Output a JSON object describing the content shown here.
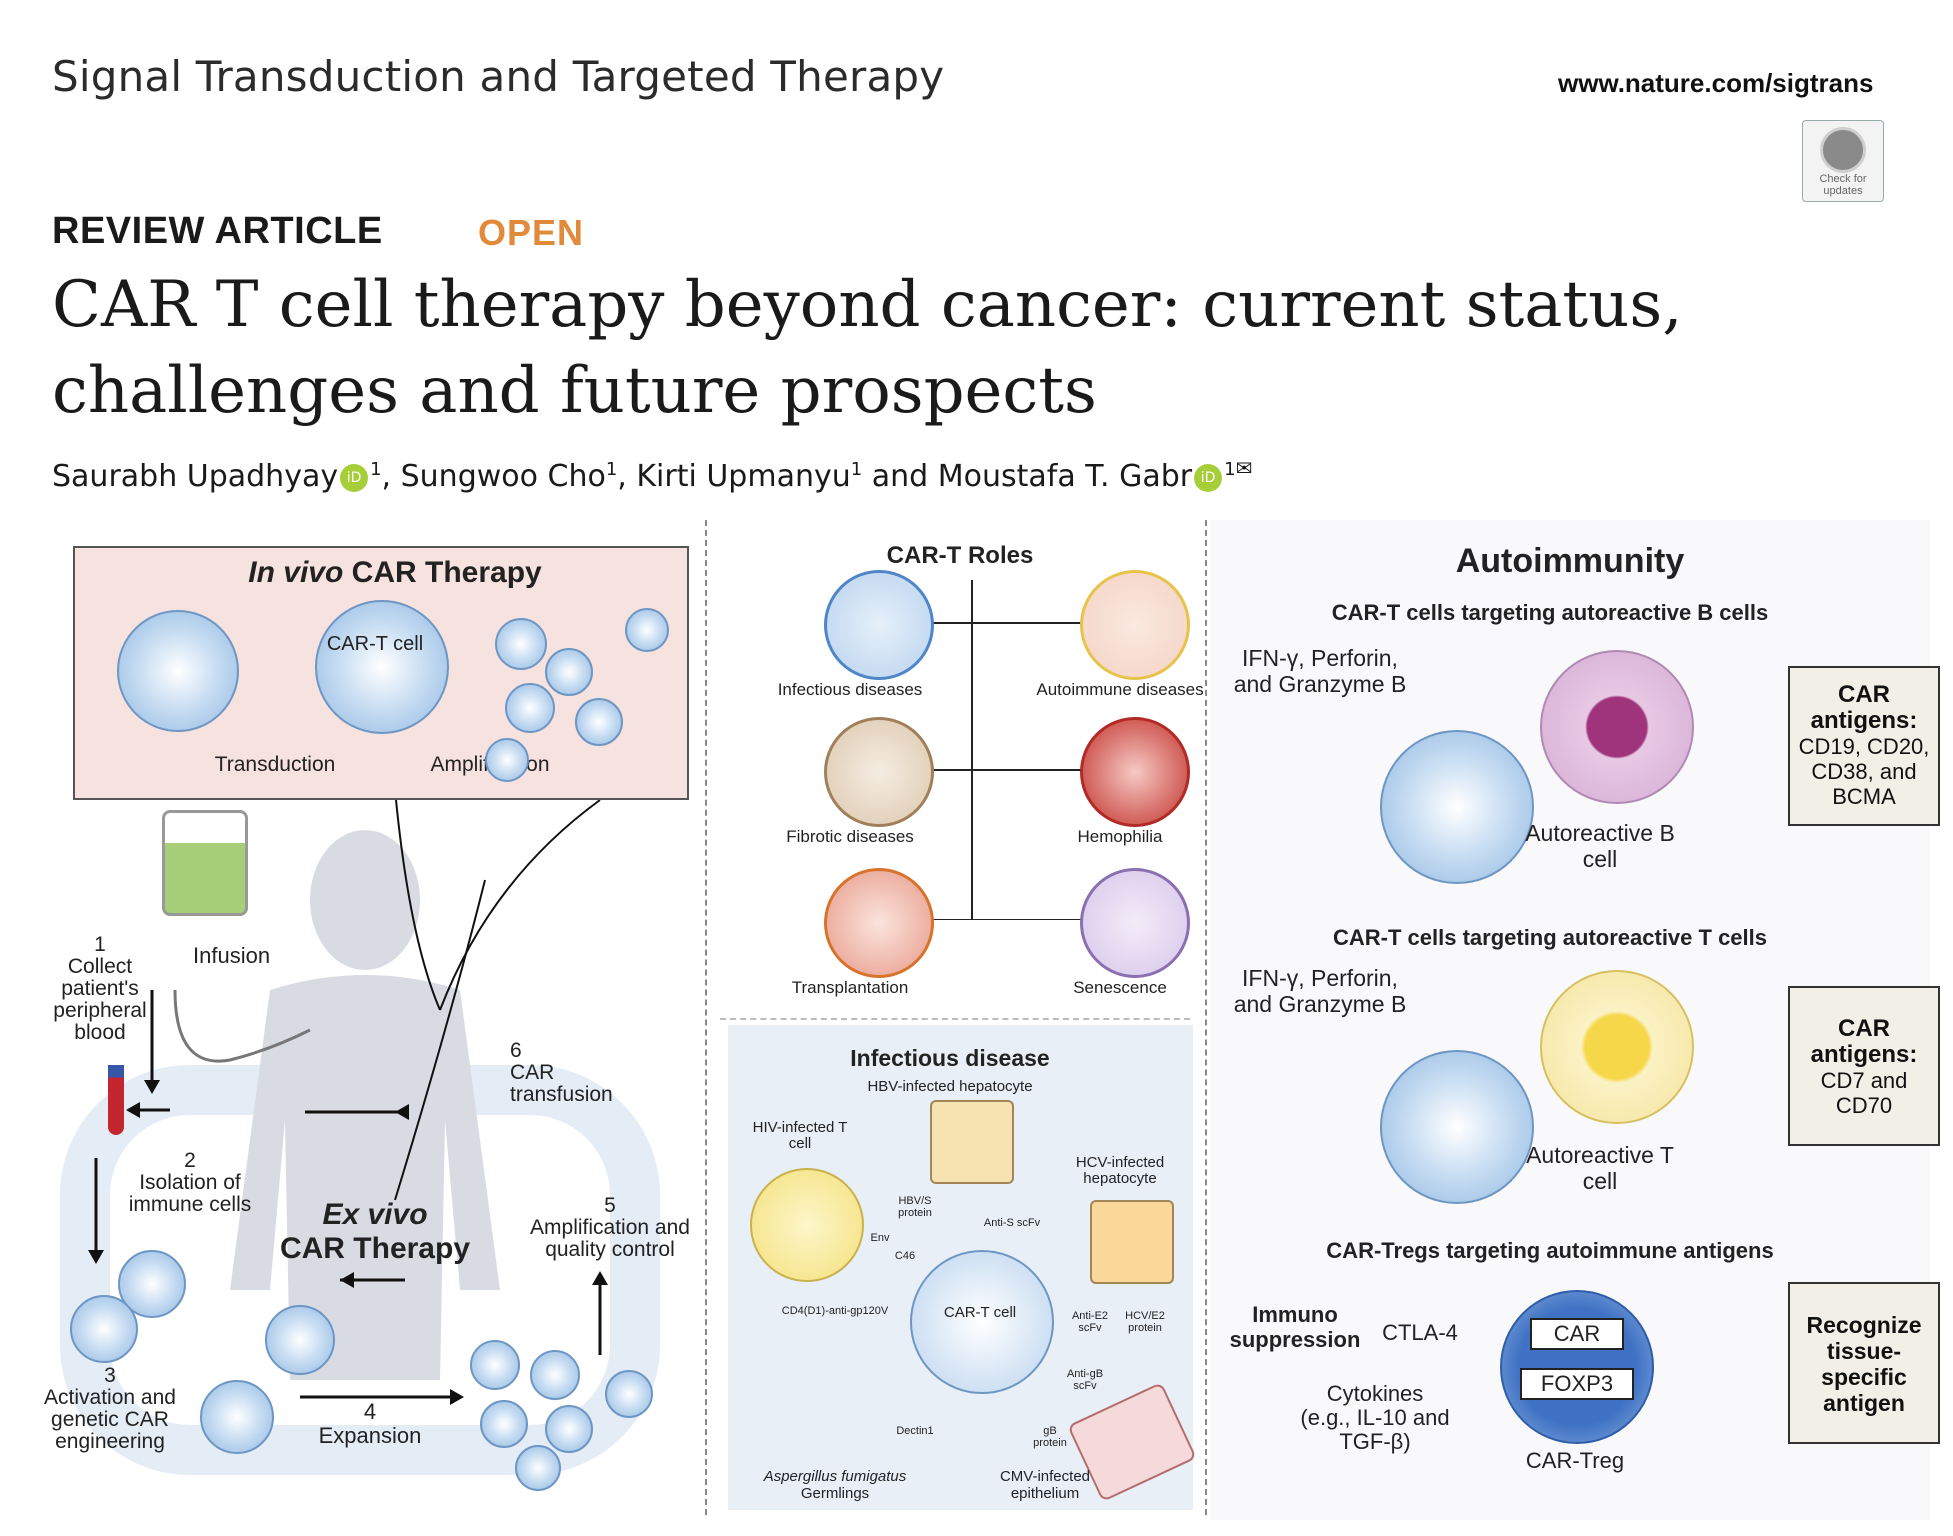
{
  "header": {
    "journal": "Signal Transduction and Targeted Therapy",
    "website": "www.nature.com/sigtrans",
    "check_updates": "Check for updates"
  },
  "article": {
    "type": "REVIEW ARTICLE",
    "access": "OPEN",
    "title": "CAR T cell therapy beyond cancer: current status, challenges and future prospects",
    "authors": [
      "Saurabh Upadhyay",
      "Sungwoo Cho",
      "Kirti Upmanyu",
      "Moustafa T. Gabr"
    ],
    "affil": "1",
    "conj": "and"
  },
  "figure": {
    "left": {
      "invivo_title_italic": "In vivo",
      "invivo_title_rest": " CAR Therapy",
      "cart_cell": "CAR-T cell",
      "transduction": "Transduction",
      "amplification": "Amplification",
      "infusion": "Infusion",
      "step1": "1\nCollect patient's peripheral blood",
      "step2": "2\nIsolation of immune cells",
      "step3": "3\nActivation and genetic CAR engineering",
      "step4": "4\nExpansion",
      "step5": "5\nAmplification and quality control",
      "step6": "6\nCAR transfusion",
      "exvivo_italic": "Ex vivo",
      "exvivo_rest": "CAR Therapy"
    },
    "middle": {
      "roles_title": "CAR-T Roles",
      "roles": [
        "Infectious diseases",
        "Autoimmune diseases",
        "Fibrotic diseases",
        "Hemophilia",
        "Transplantation",
        "Senescence"
      ],
      "infect_title": "Infectious disease",
      "hbv": "HBV-infected hepatocyte",
      "hiv": "HIV-infected T cell",
      "hcv": "HCV-infected hepatocyte",
      "hbvs": "HBV/S protein",
      "antis": "Anti-S scFv",
      "env": "Env",
      "c46": "C46",
      "cd4": "CD4(D1)-anti-gp120V",
      "cart": "CAR-T cell",
      "antie2": "Anti-E2 scFv",
      "hcve2": "HCV/E2 protein",
      "antigb": "Anti-gB scFv",
      "gb": "gB protein",
      "dectin": "Dectin1",
      "asper_italic": "Aspergillus fumigatus",
      "germ": "Germlings",
      "cmv": "CMV-infected epithelium"
    },
    "right": {
      "title": "Autoimmunity",
      "b_title": "CAR-T cells targeting autoreactive B cells",
      "t_title": "CAR-T cells targeting autoreactive T cells",
      "treg_title": "CAR-Tregs targeting autoimmune antigens",
      "ifn": "IFN-γ, Perforin, and Granzyme B",
      "auto_b": "Autoreactive B cell",
      "auto_t": "Autoreactive T cell",
      "car_antigens": "CAR antigens:",
      "b_antigens": "CD19, CD20, CD38, and BCMA",
      "t_antigens": "CD7 and CD70",
      "immuno": "Immuno suppression",
      "ctla": "CTLA-4",
      "car": "CAR",
      "foxp3": "FOXP3",
      "cytokines": "Cytokines (e.g., IL-10 and TGF-β)",
      "cartreg": "CAR-Treg",
      "recognize": "Recognize tissue-specific antigen"
    }
  }
}
